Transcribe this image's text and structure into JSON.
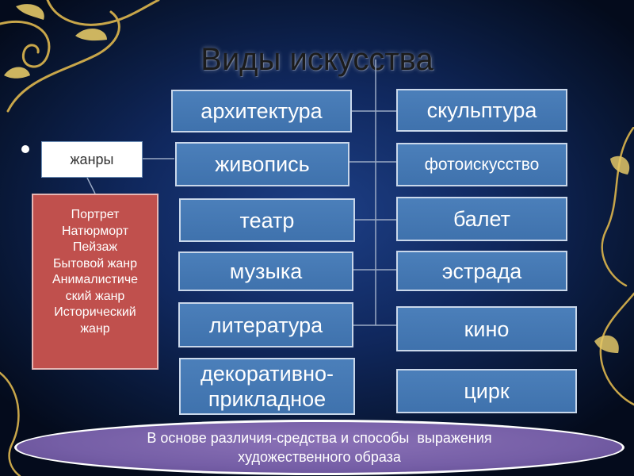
{
  "title": "Виды искусства",
  "arts_left": [
    "архитектура",
    "живопись",
    "театр",
    "музыка",
    "литература",
    "декоративно-прикладное"
  ],
  "arts_right": [
    "скульптура",
    "фотоискусство",
    "балет",
    "эстрада",
    "кино",
    "цирк"
  ],
  "genres_label": "жанры",
  "genres_list": [
    "Портрет",
    "Натюрморт",
    "Пейзаж",
    "Бытовой жанр",
    "Анималистиче",
    "ский жанр",
    "Исторический",
    "жанр"
  ],
  "footer_lines": [
    "В основе различия-средства и способы  выражения",
    "художественного образа"
  ],
  "colors": {
    "box_fill": "#4a7ebb",
    "genres_fill": "#c0504d",
    "oval_fill": "#7b64ab",
    "background": "#10285e"
  }
}
